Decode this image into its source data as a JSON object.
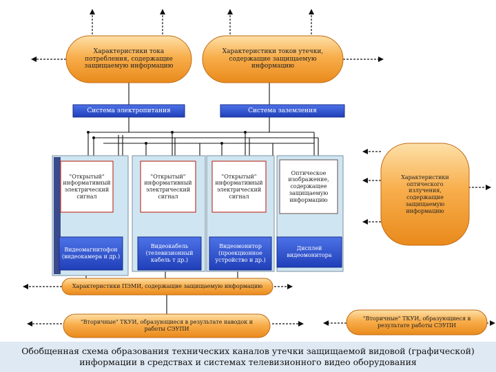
{
  "diagram": {
    "oval_power": "Характеристики тока потребления, содержащие защищаемую информацию",
    "oval_leak": "Характеристики токов утечки, содержащие защищаемую информацию",
    "box_power_system": "Система электропитания",
    "box_ground_system": "Система заземления",
    "signal_1": "\"Открытый\" информативный электрический сигнал",
    "signal_2": "\"Открытый\" информативный электрический сигнал",
    "signal_3": "\"Открытый\" информативный электрический сигнал",
    "signal_4": "Оптическое изображение, содержащее защищаемую информацию",
    "device_1": "Видеомагнитофон (видеокамера и др.)",
    "device_2": "Видеокабель (телевизионный кабель т др.)",
    "device_3": "Видеомонитор (проекционное устройство и др.)",
    "device_4": "Дисплей видеомонитора",
    "oval_optical": "Характеристики оптического излучения, содержащие защищаемую информацию",
    "oval_pemi": "Характеристики ПЭМИ, содержащие защищаемую информацию",
    "oval_secondary_left": "\"Вторичные\" ТКУИ, образующиеся в результате наводок и работы СЭУПИ",
    "oval_secondary_right": "\"Вторичные\" ТКУИ, образующиеся в результате работы СЭУПИ"
  },
  "caption": "Обобщенная схема образования технических каналов утечки защищаемой видовой (графической) информации в средствах и системах телевизионного видео оборудования",
  "colors": {
    "oval_fill": "#f7a23a",
    "blue_box": "#2f55d4",
    "panel_fill": "#cfe6f2",
    "inner_box": "#ffffff",
    "inner_border": "#c0392b",
    "caption_bg": "#dfe9f3"
  }
}
